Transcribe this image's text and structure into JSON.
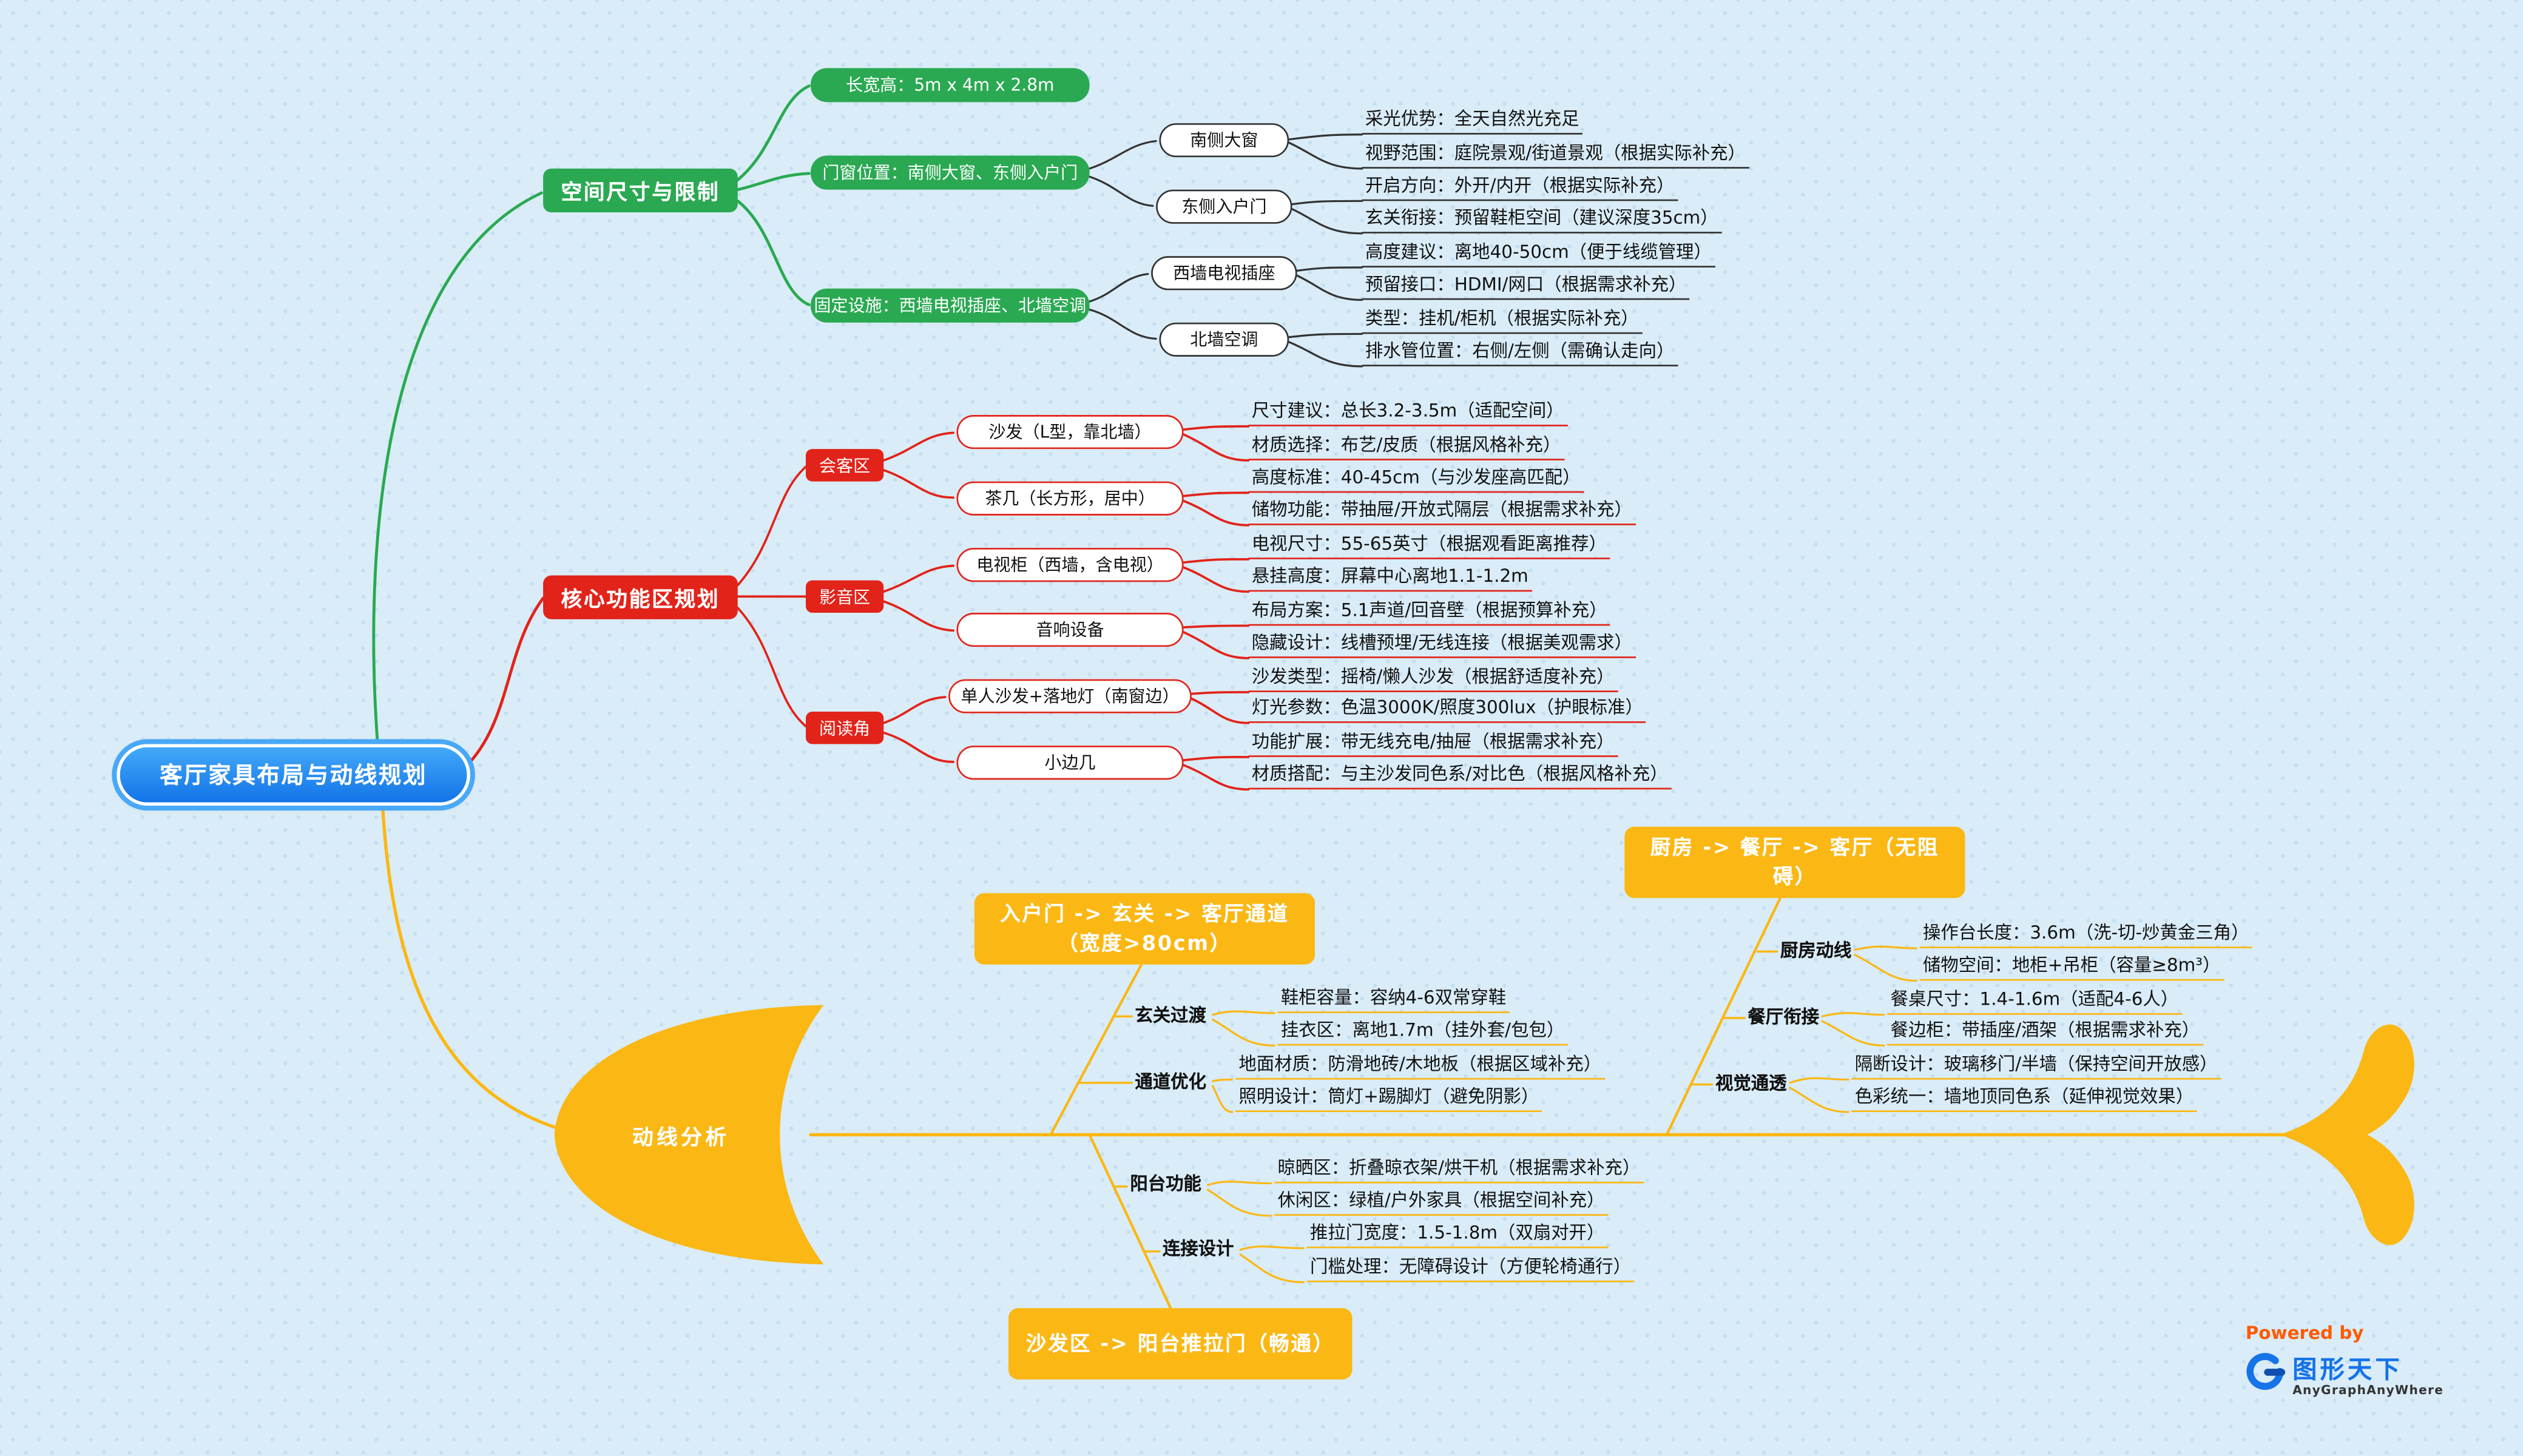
{
  "colors": {
    "green": "#2aa952",
    "red": "#e2231a",
    "yellow": "#fbb713",
    "blue": "#1673e8",
    "background": "#d9ecf7"
  },
  "root": {
    "label": "客厅家具布局与动线规划"
  },
  "space": {
    "label": "空间尺寸与限制",
    "dim": {
      "label": "长宽高：5m x 4m x 2.8m"
    },
    "doors": {
      "label": "门窗位置：南侧大窗、东侧入户门",
      "south": {
        "label": "南侧大窗",
        "leaves": [
          "采光优势：全天自然光充足",
          "视野范围：庭院景观/街道景观（根据实际补充）"
        ]
      },
      "east": {
        "label": "东侧入户门",
        "leaves": [
          "开启方向：外开/内开（根据实际补充）",
          "玄关衔接：预留鞋柜空间（建议深度35cm）"
        ]
      }
    },
    "fixed": {
      "label": "固定设施：西墙电视插座、北墙空调",
      "tv": {
        "label": "西墙电视插座",
        "leaves": [
          "高度建议：离地40-50cm（便于线缆管理）",
          "预留接口：HDMI/网口（根据需求补充）"
        ]
      },
      "ac": {
        "label": "北墙空调",
        "leaves": [
          "类型：挂机/柜机（根据实际补充）",
          "排水管位置：右侧/左侧（需确认走向）"
        ]
      }
    }
  },
  "core": {
    "label": "核心功能区规划",
    "guest": {
      "label": "会客区",
      "sofa": {
        "label": "沙发（L型，靠北墙）",
        "leaves": [
          "尺寸建议：总长3.2-3.5m（适配空间）",
          "材质选择：布艺/皮质（根据风格补充）"
        ]
      },
      "tea": {
        "label": "茶几（长方形，居中）",
        "leaves": [
          "高度标准：40-45cm（与沙发座高匹配）",
          "储物功能：带抽屉/开放式隔层（根据需求补充）"
        ]
      }
    },
    "av": {
      "label": "影音区",
      "tvcab": {
        "label": "电视柜（西墙，含电视）",
        "leaves": [
          "电视尺寸：55-65英寸（根据观看距离推荐）",
          "悬挂高度：屏幕中心离地1.1-1.2m"
        ]
      },
      "audio": {
        "label": "音响设备",
        "leaves": [
          "布局方案：5.1声道/回音壁（根据预算补充）",
          "隐藏设计：线槽预埋/无线连接（根据美观需求）"
        ]
      }
    },
    "read": {
      "label": "阅读角",
      "chair": {
        "label": "单人沙发+落地灯（南窗边）",
        "leaves": [
          "沙发类型：摇椅/懒人沙发（根据舒适度补充）",
          "灯光参数：色温3000K/照度300lux（护眼标准）"
        ]
      },
      "side": {
        "label": "小边几",
        "leaves": [
          "功能扩展：带无线充电/抽屉（根据需求补充）",
          "材质搭配：与主沙发同色系/对比色（根据风格补充）"
        ]
      }
    }
  },
  "flow": {
    "label": "动线分析",
    "entry": {
      "label": "入户门 -> 玄关 -> 客厅通道（宽度>80cm）",
      "subs": [
        {
          "label": "玄关过渡",
          "leaves": [
            "鞋柜容量：容纳4-6双常穿鞋",
            "挂衣区：离地1.7m（挂外套/包包）"
          ]
        },
        {
          "label": "通道优化",
          "leaves": [
            "地面材质：防滑地砖/木地板（根据区域补充）",
            "照明设计：筒灯+踢脚灯（避免阴影）"
          ]
        }
      ]
    },
    "kitchen": {
      "label": "厨房 -> 餐厅 -> 客厅（无阻碍）",
      "subs": [
        {
          "label": "厨房动线",
          "leaves": [
            "操作台长度：3.6m（洗-切-炒黄金三角）",
            "储物空间：地柜+吊柜（容量≥8m³）"
          ]
        },
        {
          "label": "餐厅衔接",
          "leaves": [
            "餐桌尺寸：1.4-1.6m（适配4-6人）",
            "餐边柜：带插座/酒架（根据需求补充）"
          ]
        },
        {
          "label": "视觉通透",
          "leaves": [
            "隔断设计：玻璃移门/半墙（保持空间开放感）",
            "色彩统一：墙地顶同色系（延伸视觉效果）"
          ]
        }
      ]
    },
    "balcony": {
      "label": "沙发区 -> 阳台推拉门（畅通）",
      "subs": [
        {
          "label": "阳台功能",
          "leaves": [
            "晾晒区：折叠晾衣架/烘干机（根据需求补充）",
            "休闲区：绿植/户外家具（根据空间补充）"
          ]
        },
        {
          "label": "连接设计",
          "leaves": [
            "推拉门宽度：1.5-1.8m（双扇对开）",
            "门槛处理：无障碍设计（方便轮椅通行）"
          ]
        }
      ]
    }
  },
  "footer": {
    "powered": "Powered by",
    "brand": "图形天下",
    "tagline": "AnyGraphAnyWhere"
  }
}
